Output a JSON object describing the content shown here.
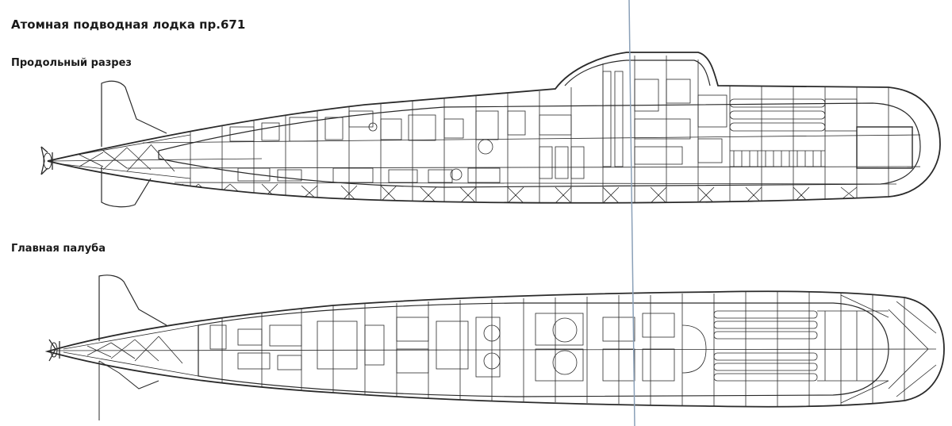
{
  "title": "Атомная подводная лодка пр.671",
  "section_label": "Продольный разрез",
  "deck_label": "Главная палуба",
  "colors": {
    "ink": "#2a2a2a",
    "paper": "#ffffff",
    "fold_line": "#8aa0b8"
  }
}
